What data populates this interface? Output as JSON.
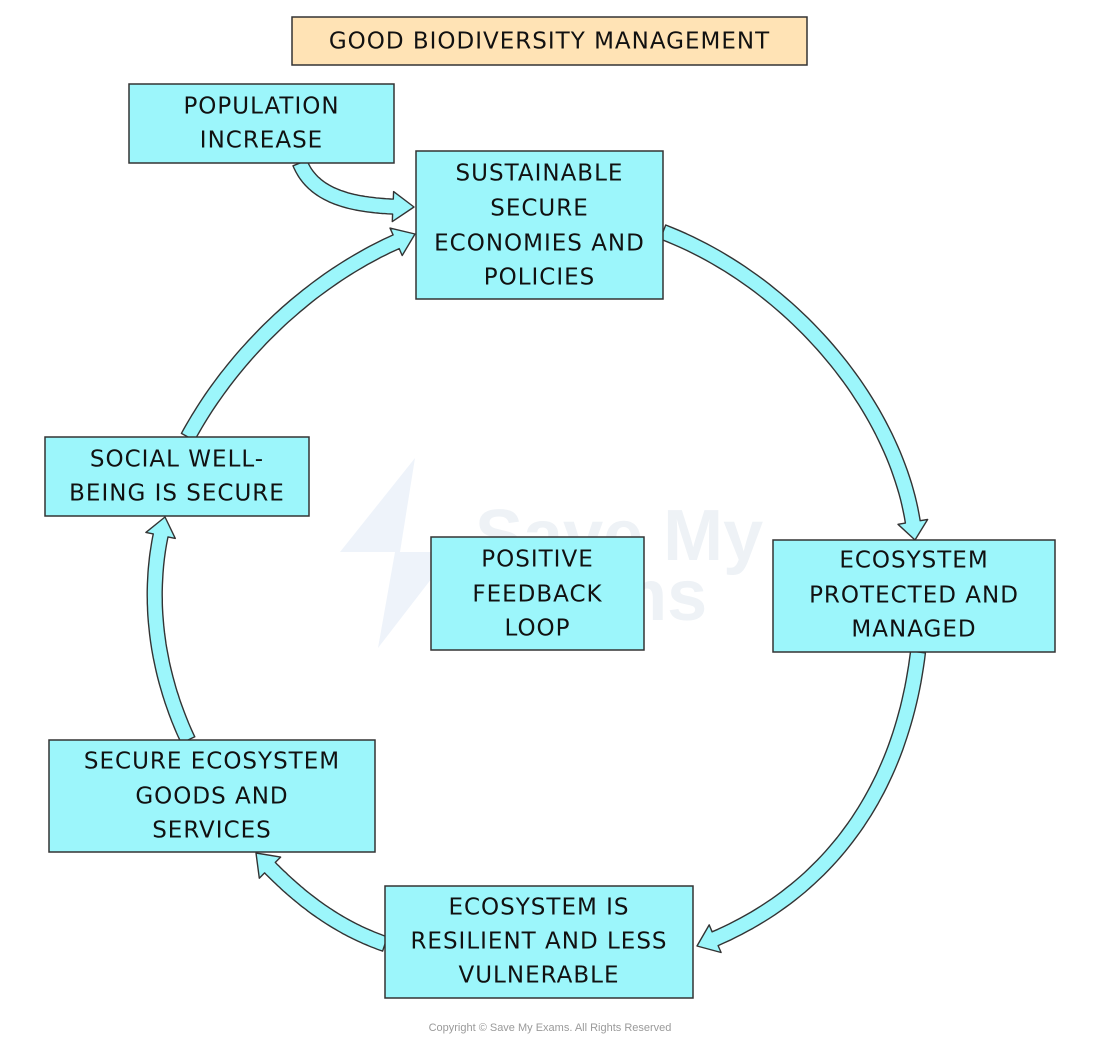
{
  "title": "GOOD BIODIVERSITY MANAGEMENT",
  "center_label": [
    "POSITIVE",
    "FEEDBACK",
    "LOOP"
  ],
  "nodes": {
    "population_increase": [
      "POPULATION",
      "INCREASE"
    ],
    "sustainable_economies": [
      "SUSTAINABLE",
      "SECURE",
      "ECONOMIES AND",
      "POLICIES"
    ],
    "ecosystem_protected": [
      "ECOSYSTEM",
      "PROTECTED AND",
      "MANAGED"
    ],
    "ecosystem_resilient": [
      "ECOSYSTEM IS",
      "RESILIENT AND LESS",
      "VULNERABLE"
    ],
    "secure_goods_services": [
      "SECURE ECOSYSTEM",
      "GOODS AND",
      "SERVICES"
    ],
    "social_wellbeing": [
      "SOCIAL WELL-",
      "BEING IS SECURE"
    ]
  },
  "watermark": [
    "Save My",
    "Exams"
  ],
  "copyright": "Copyright © Save My Exams. All Rights Reserved",
  "colors": {
    "box_fill": "#9cf6fb",
    "title_fill": "#ffe3b5",
    "arrow_fill": "#9cf6fb",
    "stroke": "#333333"
  }
}
